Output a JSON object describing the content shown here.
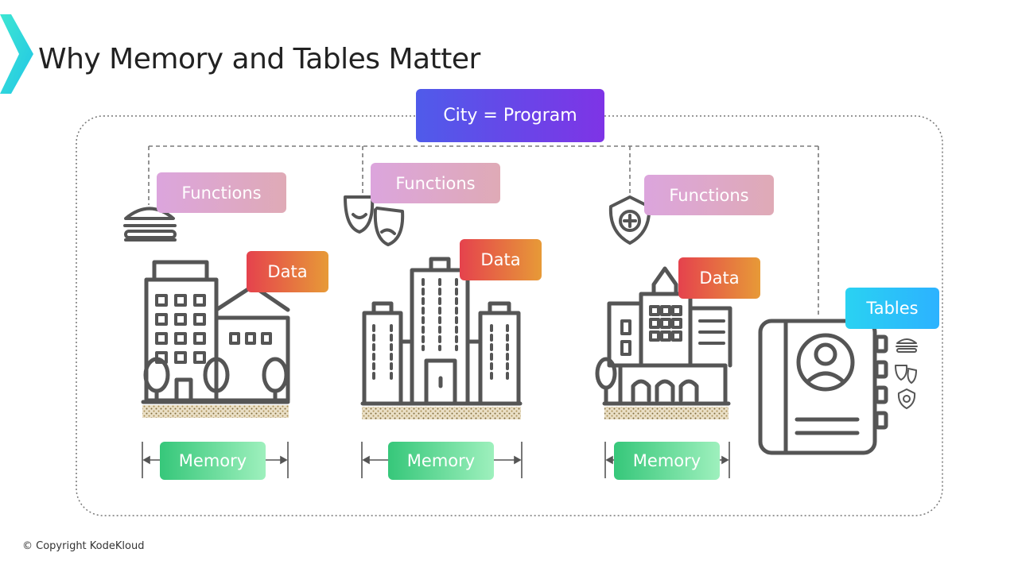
{
  "slide": {
    "title": "Why Memory and Tables Matter",
    "copyright": "© Copyright KodeKloud"
  },
  "diagram": {
    "root_label": "City = Program",
    "districts": [
      {
        "functions_label": "Functions",
        "data_label": "Data",
        "memory_label": "Memory",
        "service_icon": "burger-icon",
        "building_icon": "office-buildings-icon"
      },
      {
        "functions_label": "Functions",
        "data_label": "Data",
        "memory_label": "Memory",
        "service_icon": "theater-masks-icon",
        "building_icon": "skyscrapers-icon"
      },
      {
        "functions_label": "Functions",
        "data_label": "Data",
        "memory_label": "Memory",
        "service_icon": "medical-shield-icon",
        "building_icon": "city-hall-icon"
      }
    ],
    "tables_label": "Tables",
    "tables_icon": "address-book-icon"
  },
  "colors": {
    "city_gradient": [
      "#4f5bea",
      "#7e34e6"
    ],
    "functions_gradient": [
      "#dca5dd",
      "#dfaab6"
    ],
    "data_gradient": [
      "#e5424d",
      "#e79a37"
    ],
    "memory_gradient": [
      "#36c77a",
      "#9ef0bd"
    ],
    "tables_gradient": [
      "#2ad2f2",
      "#2cb2ff"
    ],
    "icon_stroke": "#555555"
  }
}
